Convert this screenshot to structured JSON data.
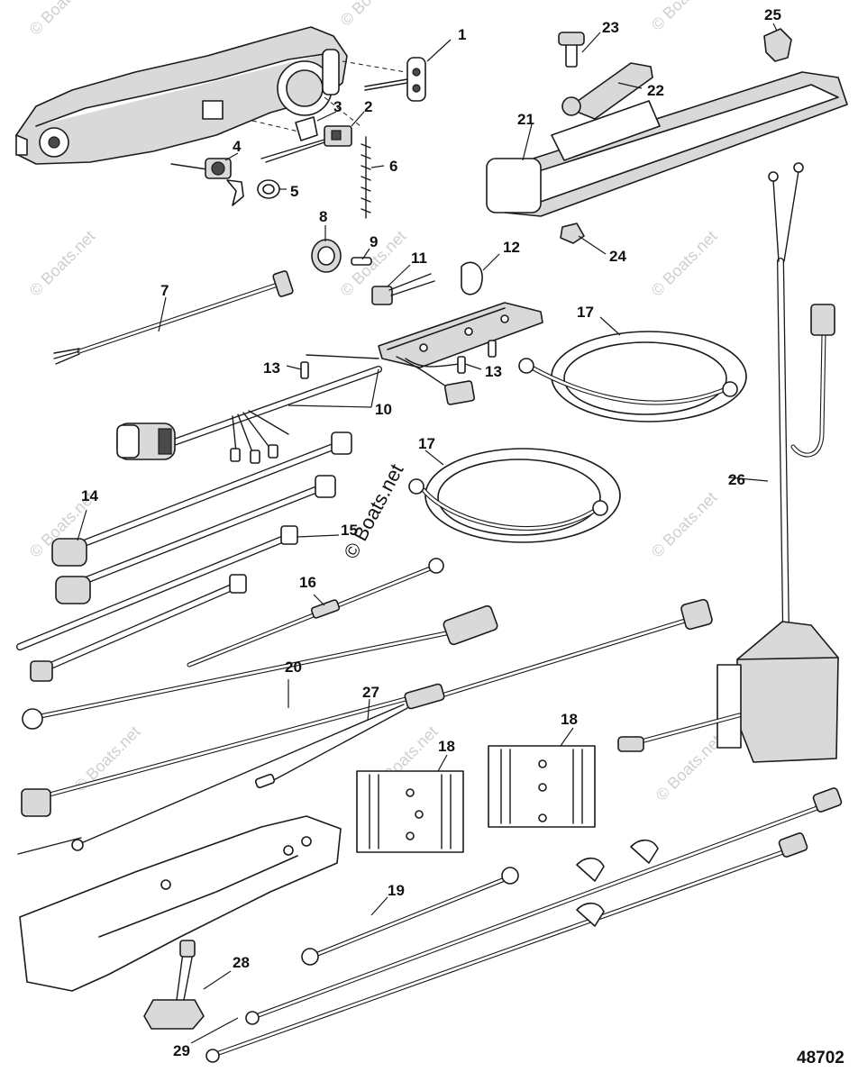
{
  "figure_number": "48702",
  "watermark_text": "© Boats.net",
  "callouts": [
    "1",
    "2",
    "3",
    "4",
    "5",
    "6",
    "7",
    "8",
    "9",
    "10",
    "11",
    "12",
    "13",
    "13",
    "14",
    "15",
    "16",
    "17",
    "17",
    "18",
    "18",
    "19",
    "20",
    "21",
    "22",
    "23",
    "24",
    "25",
    "26",
    "27",
    "28",
    "29"
  ]
}
